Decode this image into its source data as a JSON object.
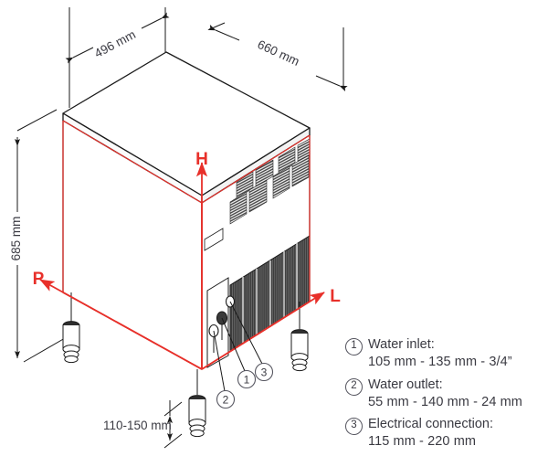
{
  "drawing": {
    "type": "isometric-technical-dimension-drawing",
    "subject": "ice machine cabinet",
    "colors": {
      "line": "#1a1a1a",
      "accent_red": "#e8302a",
      "text": "#3a3a42",
      "grille_dark": "#3b3b3b"
    }
  },
  "dimensions": {
    "width_top": "496 mm",
    "depth_top": "660 mm",
    "height_left": "685 mm",
    "foot_height": "110-150 mm"
  },
  "axes": {
    "height_label": "H",
    "depth_label": "P",
    "length_label": "L"
  },
  "callouts": [
    {
      "id": "1",
      "label": "1"
    },
    {
      "id": "2",
      "label": "2"
    },
    {
      "id": "3",
      "label": "3"
    }
  ],
  "legend": {
    "items": [
      {
        "num": "1",
        "title": "Water inlet:",
        "spec": "105 mm  - 135 mm  - 3/4”"
      },
      {
        "num": "2",
        "title": "Water outlet:",
        "spec": "55 mm - 140 mm - 24 mm"
      },
      {
        "num": "3",
        "title": "Electrical connection:",
        "spec": "115 mm - 220 mm"
      }
    ]
  }
}
